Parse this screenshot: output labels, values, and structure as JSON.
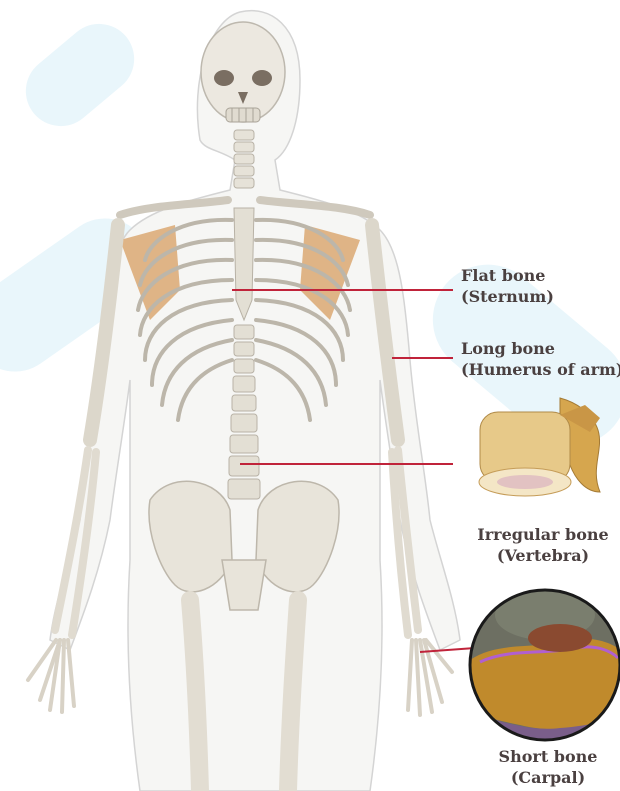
{
  "labels": {
    "flat": {
      "name": "Flat bone",
      "example": "(Sternum)"
    },
    "long": {
      "name": "Long bone",
      "example": "(Humerus of arm)"
    },
    "irregular": {
      "name": "Irregular bone",
      "example": "(Vertebra)"
    },
    "short": {
      "name": "Short bone",
      "example": "(Carpal)"
    }
  },
  "colors": {
    "pointer_line": "#c0233a",
    "label_text": "#4a4040",
    "bone": "#e6e2d8",
    "scapula": "#d9a46a",
    "body_outline": "#cfcfcf",
    "background_accent": "#e4f4fa"
  }
}
